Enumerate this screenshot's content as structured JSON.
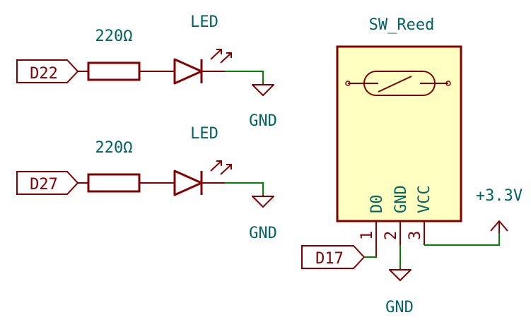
{
  "colors": {
    "background": "#ffffff",
    "symbol": "#840000",
    "wire": "#008400",
    "text": "#006464",
    "module_fill": "#ffffc2"
  },
  "circuit": {
    "led1": {
      "label": "D22",
      "resistor": "220Ω",
      "led": "LED",
      "ground": "GND"
    },
    "led2": {
      "label": "D27",
      "resistor": "220Ω",
      "led": "LED",
      "ground": "GND"
    },
    "reed": {
      "title": "SW_Reed",
      "pins": [
        {
          "name": "D0",
          "number": "1"
        },
        {
          "name": "GND",
          "number": "2"
        },
        {
          "name": "VCC",
          "number": "3"
        }
      ],
      "input_label": "D17",
      "ground": "GND",
      "power": "+3.3V"
    }
  }
}
